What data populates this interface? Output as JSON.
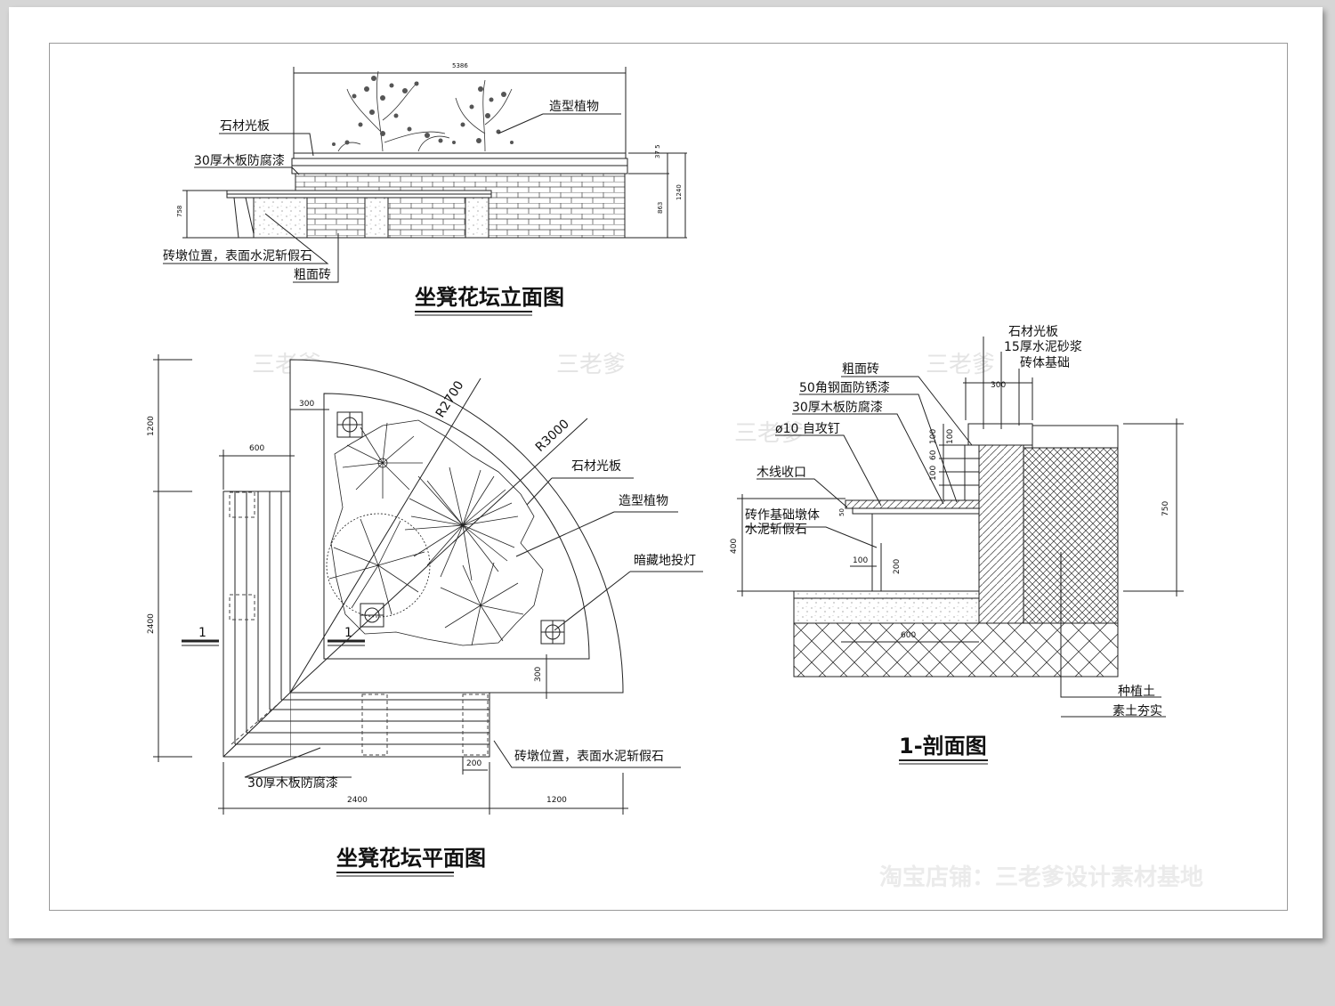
{
  "elevation": {
    "title": "坐凳花坛立面图",
    "labels": {
      "stone_slab": "石材光板",
      "wood_board": "30厚木板防腐漆",
      "shaped_plant": "造型植物",
      "brick_pier": "砖墩位置，表面水泥斩假石",
      "rough_brick": "粗面砖"
    },
    "dims": {
      "top": "5386",
      "side_a": "37 5",
      "side_b": "863",
      "side_c": "1240",
      "left": "758"
    }
  },
  "plan": {
    "title": "坐凳花坛平面图",
    "labels": {
      "stone_slab": "石材光板",
      "shaped_plant": "造型植物",
      "light": "暗藏地投灯",
      "brick_pier": "砖墩位置，表面水泥斩假石",
      "wood_board": "30厚木板防腐漆"
    },
    "radius_inner": "R2700",
    "radius_outer": "R3000",
    "section_mark": "1",
    "dims": {
      "d300_top": "300",
      "d600": "600",
      "d1200_v": "1200",
      "d2400_v": "2400",
      "d300_bottom": "300",
      "d200": "200",
      "d2400_h": "2400",
      "d1200_h": "1200"
    }
  },
  "section": {
    "title": "1-剖面图",
    "labels": {
      "stone_slab": "石材光板",
      "mortar": "15厚水泥砂浆",
      "brick_base": "砖体基础",
      "rough_brick": "粗面砖",
      "angle_steel": "50角钢面防锈漆",
      "wood_board": "30厚木板防腐漆",
      "screw": "ø10 自攻钉",
      "wood_edge": "木线收口",
      "pier_line1": "砖作基础墩体",
      "pier_line2": "水泥斩假石",
      "soil": "种植土",
      "compact": "素土夯实"
    },
    "dims": {
      "d300": "300",
      "d100a": "100",
      "d60": "60",
      "d100b": "100",
      "d100c": "100",
      "d400": "400",
      "d100d": "100",
      "d200": "200",
      "d750": "750",
      "d600": "600",
      "d50": "50"
    }
  },
  "watermark": {
    "brand": "三老爹",
    "shop": "淘宝店铺：三老爹设计素材基地"
  }
}
